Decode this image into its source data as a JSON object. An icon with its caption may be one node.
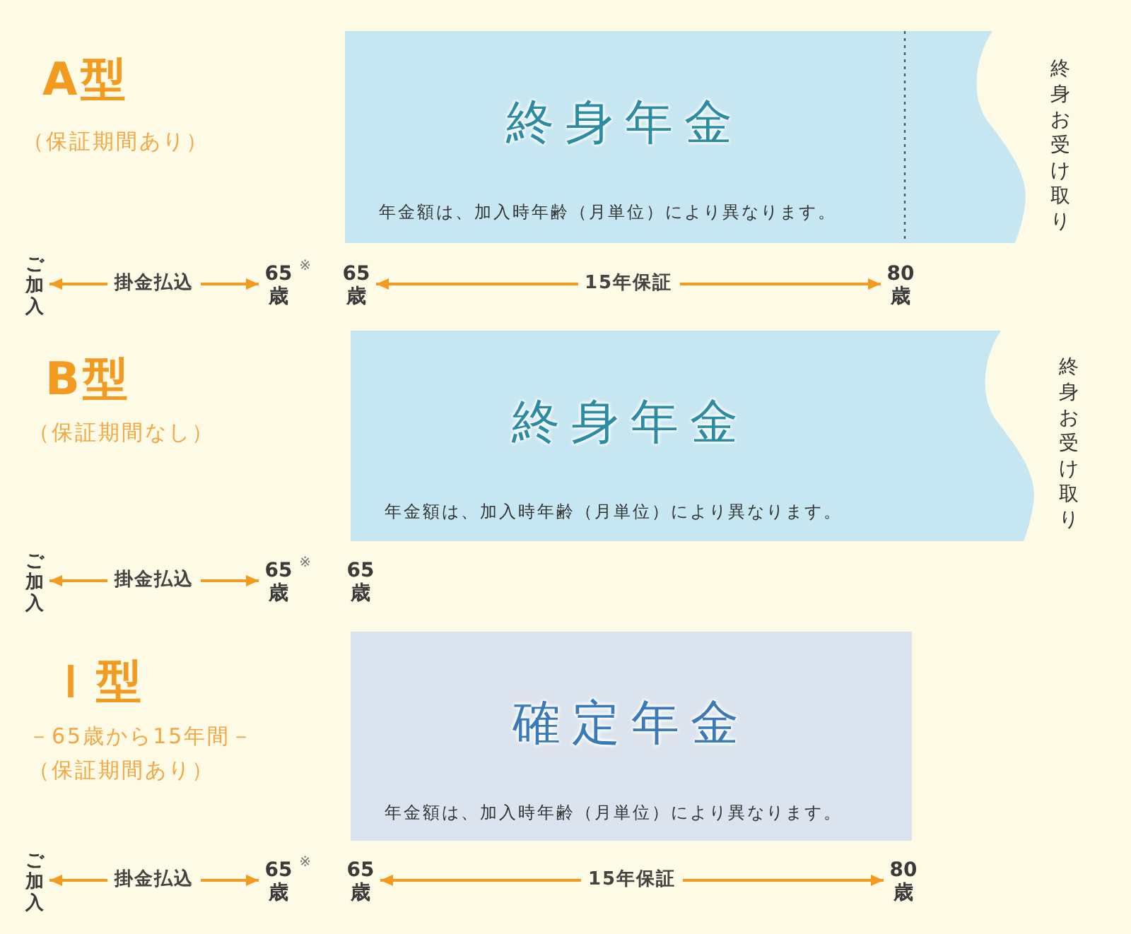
{
  "diagram": {
    "nodes": [
      {
        "text": [
          "終身年金",
          "年金額は、加入時年齢（月単位）により異なります。"
        ],
        "beside": [
          "終身お受け取り"
        ]
      },
      {
        "text": [
          "ご加入"
        ]
      },
      {
        "text": [
          "65$^{※}$歳"
        ]
      },
      {
        "text": [
          "65歳"
        ]
      },
      {
        "text": [
          "80歳"
        ]
      },
      {
        "text": [
          "終身年金",
          "年金額は、加入時年齢（月単位）により異なります。"
        ],
        "beside": [
          "終身お受け取り"
        ]
      },
      {
        "text": [
          "ご加入"
        ]
      },
      {
        "text": [
          "65$^{※}$歳"
        ]
      },
      {
        "text": [
          "確定年金",
          "年金額は、加入時年齢（月単位）により異なります。"
        ]
      },
      {
        "text": [
          "ご加入"
        ]
      },
      {
        "text": [
          "65$^{※}$歳"
        ]
      },
      {
        "text": [
          "65歳"
        ]
      },
      {
        "text": [
          "80歳"
        ]
      }
    ],
    "edges": [
      {
        "from": 1,
        "to": 2,
        "arrow": "both",
        "label": "掛金払込"
      },
      {
        "from": 3,
        "to": 4,
        "arrow": "both",
        "label": "15年保証"
      },
      {
        "from": 6,
        "to": 7,
        "arrow": "both",
        "label": "掛金払込"
      },
      {
        "from": 9,
        "to": 10,
        "arrow": "both",
        "label": "掛金払込"
      },
      {
        "from": 11,
        "to": 12,
        "arrow": "both",
        "label": "15年保証"
      }
    ],
    "labels": [
      "A型",
      "（保証期間あり）",
      "B型",
      "（保証期間なし）",
      "65歳",
      "Ｉ型",
      "－65歳から15年間－",
      "（保証期間あり）"
    ]
  }
}
